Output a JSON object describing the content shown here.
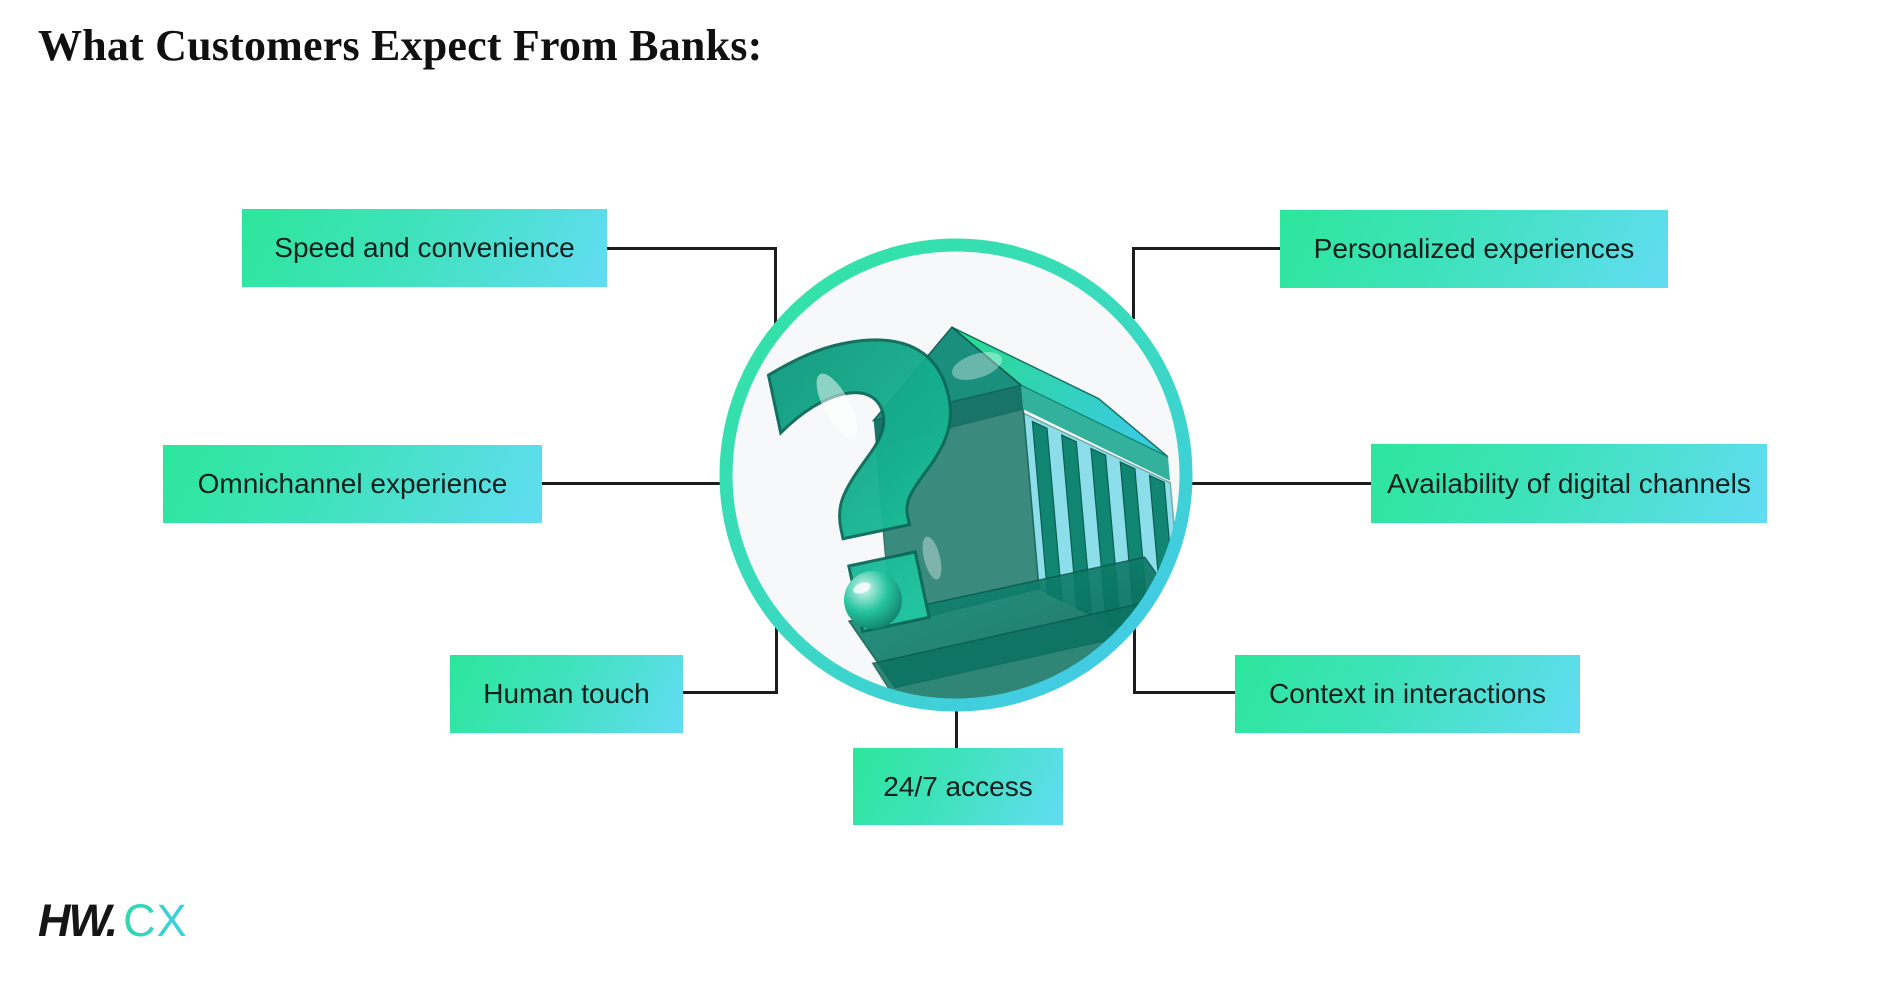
{
  "header": {
    "title": "What Customers Expect From Banks:"
  },
  "expectations": [
    {
      "label": "Speed and convenience",
      "position": "top-left"
    },
    {
      "label": "Personalized experiences",
      "position": "top-right"
    },
    {
      "label": "Omnichannel experience",
      "position": "middle-left"
    },
    {
      "label": "Availability of digital channels",
      "position": "middle-right"
    },
    {
      "label": "Human touch",
      "position": "bottom-left"
    },
    {
      "label": "Context in interactions",
      "position": "bottom-right"
    },
    {
      "label": "24/7 access",
      "position": "bottom-center"
    }
  ],
  "center": {
    "icons": [
      "question-mark-icon",
      "bank-building-icon"
    ],
    "question_mark_glyph": "?"
  },
  "logo": {
    "hw": "HW.",
    "cx": "CX"
  },
  "colors": {
    "background": "#FFFFFF",
    "box_gradient_start": "#2CE69B",
    "box_gradient_end": "#62DCF3",
    "ring_gradient_start": "#31E3A3",
    "ring_gradient_end": "#44C8EC",
    "connector": "#1D1D1D",
    "label_text": "#0F201C",
    "logo_black": "#161616",
    "logo_teal_start": "#2FD7A8",
    "logo_teal_end": "#40CFE8"
  }
}
